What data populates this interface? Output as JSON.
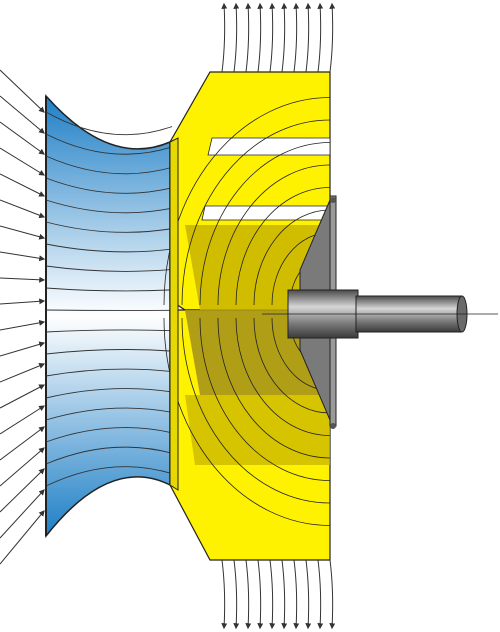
{
  "figure": {
    "colors": {
      "flow_line": "#333333",
      "inlet_blue_dark": "#1e7fc6",
      "inlet_blue_light": "#ffffff",
      "rotor_yellow": "#fff200",
      "rotor_shade": "#b8a300",
      "housing_grey": "#7a7a7a",
      "shaft_grey": "#8c8c8c",
      "outline": "#222222"
    },
    "components": [
      {
        "name": "inlet-flow-arrows",
        "icon": "arrow-right-icon"
      },
      {
        "name": "inlet-passage"
      },
      {
        "name": "impeller-rotor"
      },
      {
        "name": "outlet-flow-arrows-top",
        "icon": "arrow-up-icon"
      },
      {
        "name": "outlet-flow-arrows-bottom",
        "icon": "arrow-down-icon"
      },
      {
        "name": "hub-plate"
      },
      {
        "name": "drive-shaft"
      }
    ]
  }
}
